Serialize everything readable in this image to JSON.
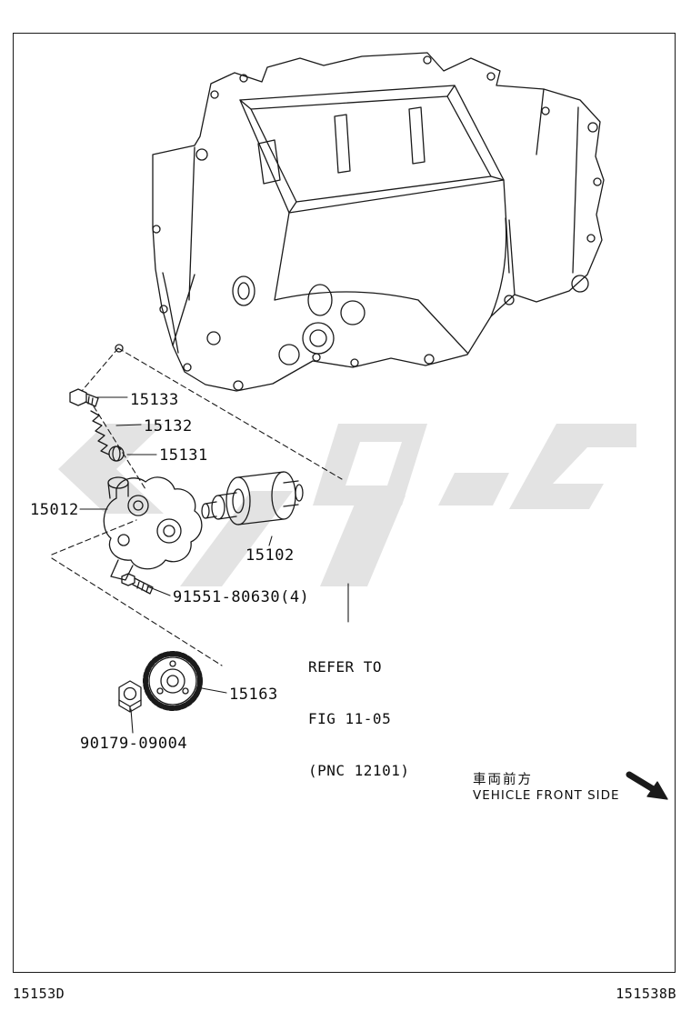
{
  "doc": {
    "code_left": "15153D",
    "code_right": "151538B"
  },
  "diagram": {
    "title_hint": "engine oil pump exploded parts view",
    "parts": [
      {
        "label": "15133"
      },
      {
        "label": "15132"
      },
      {
        "label": "15131"
      },
      {
        "label": "15012"
      },
      {
        "label": "15102"
      },
      {
        "label": "91551-80630(4)"
      },
      {
        "label": "15163"
      },
      {
        "label": "90179-09004"
      }
    ],
    "refer_note": {
      "line1": "REFER TO",
      "line2": "FIG 11-05",
      "line3": "(PNC 12101)"
    },
    "orientation": {
      "jp": "車両前方",
      "en": "VEHICLE FRONT SIDE"
    },
    "colors": {
      "line": "#1a1a1a",
      "watermark": "#e3e3e3",
      "background": "#ffffff"
    }
  }
}
